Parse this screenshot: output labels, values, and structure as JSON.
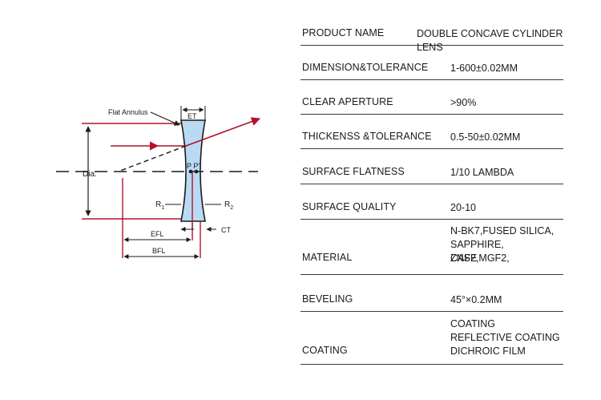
{
  "diagram": {
    "labels": {
      "flat_annulus": "Flat Annulus",
      "et": "ET",
      "dia": "Dia.",
      "pp": "P P\"",
      "r1_main": "R",
      "r1_sub": "1",
      "r2_main": "R",
      "r2_sub": "2",
      "efl": "EFL",
      "ct": "CT",
      "bfl": "BFL"
    },
    "colors": {
      "lens_fill": "#b9daf3",
      "arrow": "#b3122c",
      "line": "#1a1a1a"
    }
  },
  "specs": [
    {
      "label": "PRODUCT NAME",
      "value": [
        "DOUBLE CONCAVE CYLINDER LENS"
      ]
    },
    {
      "label": "DIMENSION&TOLERANCE",
      "value": [
        "1-600±0.02MM"
      ]
    },
    {
      "label": "CLEAR APERTURE",
      "value": [
        ">90%"
      ]
    },
    {
      "label": "THICKENSS &TOLERANCE",
      "value": [
        "0.5-50±0.02MM"
      ]
    },
    {
      "label": "SURFACE FLATNESS",
      "value": [
        "1/10 LAMBDA"
      ]
    },
    {
      "label": "SURFACE QUALITY",
      "value": [
        "20-10"
      ]
    },
    {
      "label": "MATERIAL",
      "value": [
        "N-BK7,FUSED SILICA,",
        "SAPPHIRE, CAF2,MGF2,",
        "ZNSE"
      ]
    },
    {
      "label": "BEVELING",
      "value": [
        "45°×0.2MM"
      ]
    },
    {
      "label": "COATING",
      "value": [
        "COATING",
        "REFLECTIVE COATING",
        "DICHROIC FILM"
      ]
    }
  ]
}
